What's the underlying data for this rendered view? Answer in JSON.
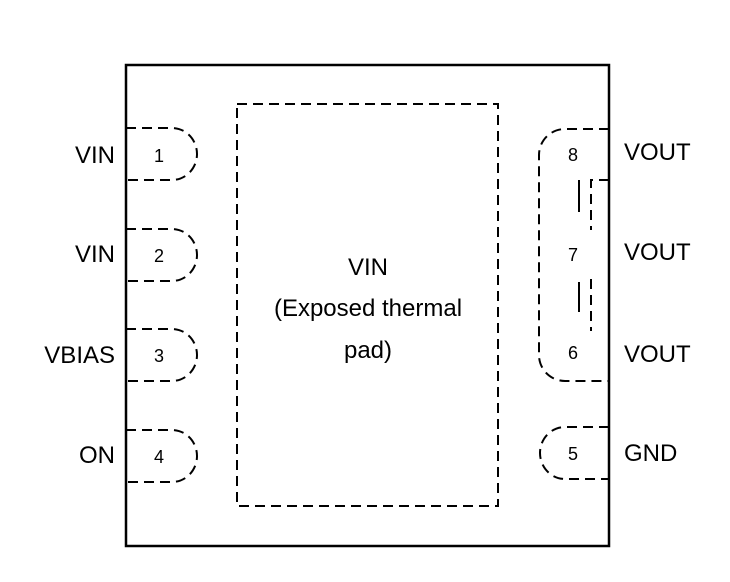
{
  "package": {
    "left_pins": [
      {
        "number": "1",
        "name": "VIN"
      },
      {
        "number": "2",
        "name": "VIN"
      },
      {
        "number": "3",
        "name": "VBIAS"
      },
      {
        "number": "4",
        "name": "ON"
      }
    ],
    "right_pins": [
      {
        "number": "8",
        "name": "VOUT"
      },
      {
        "number": "7",
        "name": "VOUT"
      },
      {
        "number": "6",
        "name": "VOUT"
      },
      {
        "number": "5",
        "name": "GND"
      }
    ],
    "thermal_pad": {
      "line1": "VIN",
      "line2": "(Exposed thermal",
      "line3": "pad)"
    }
  }
}
